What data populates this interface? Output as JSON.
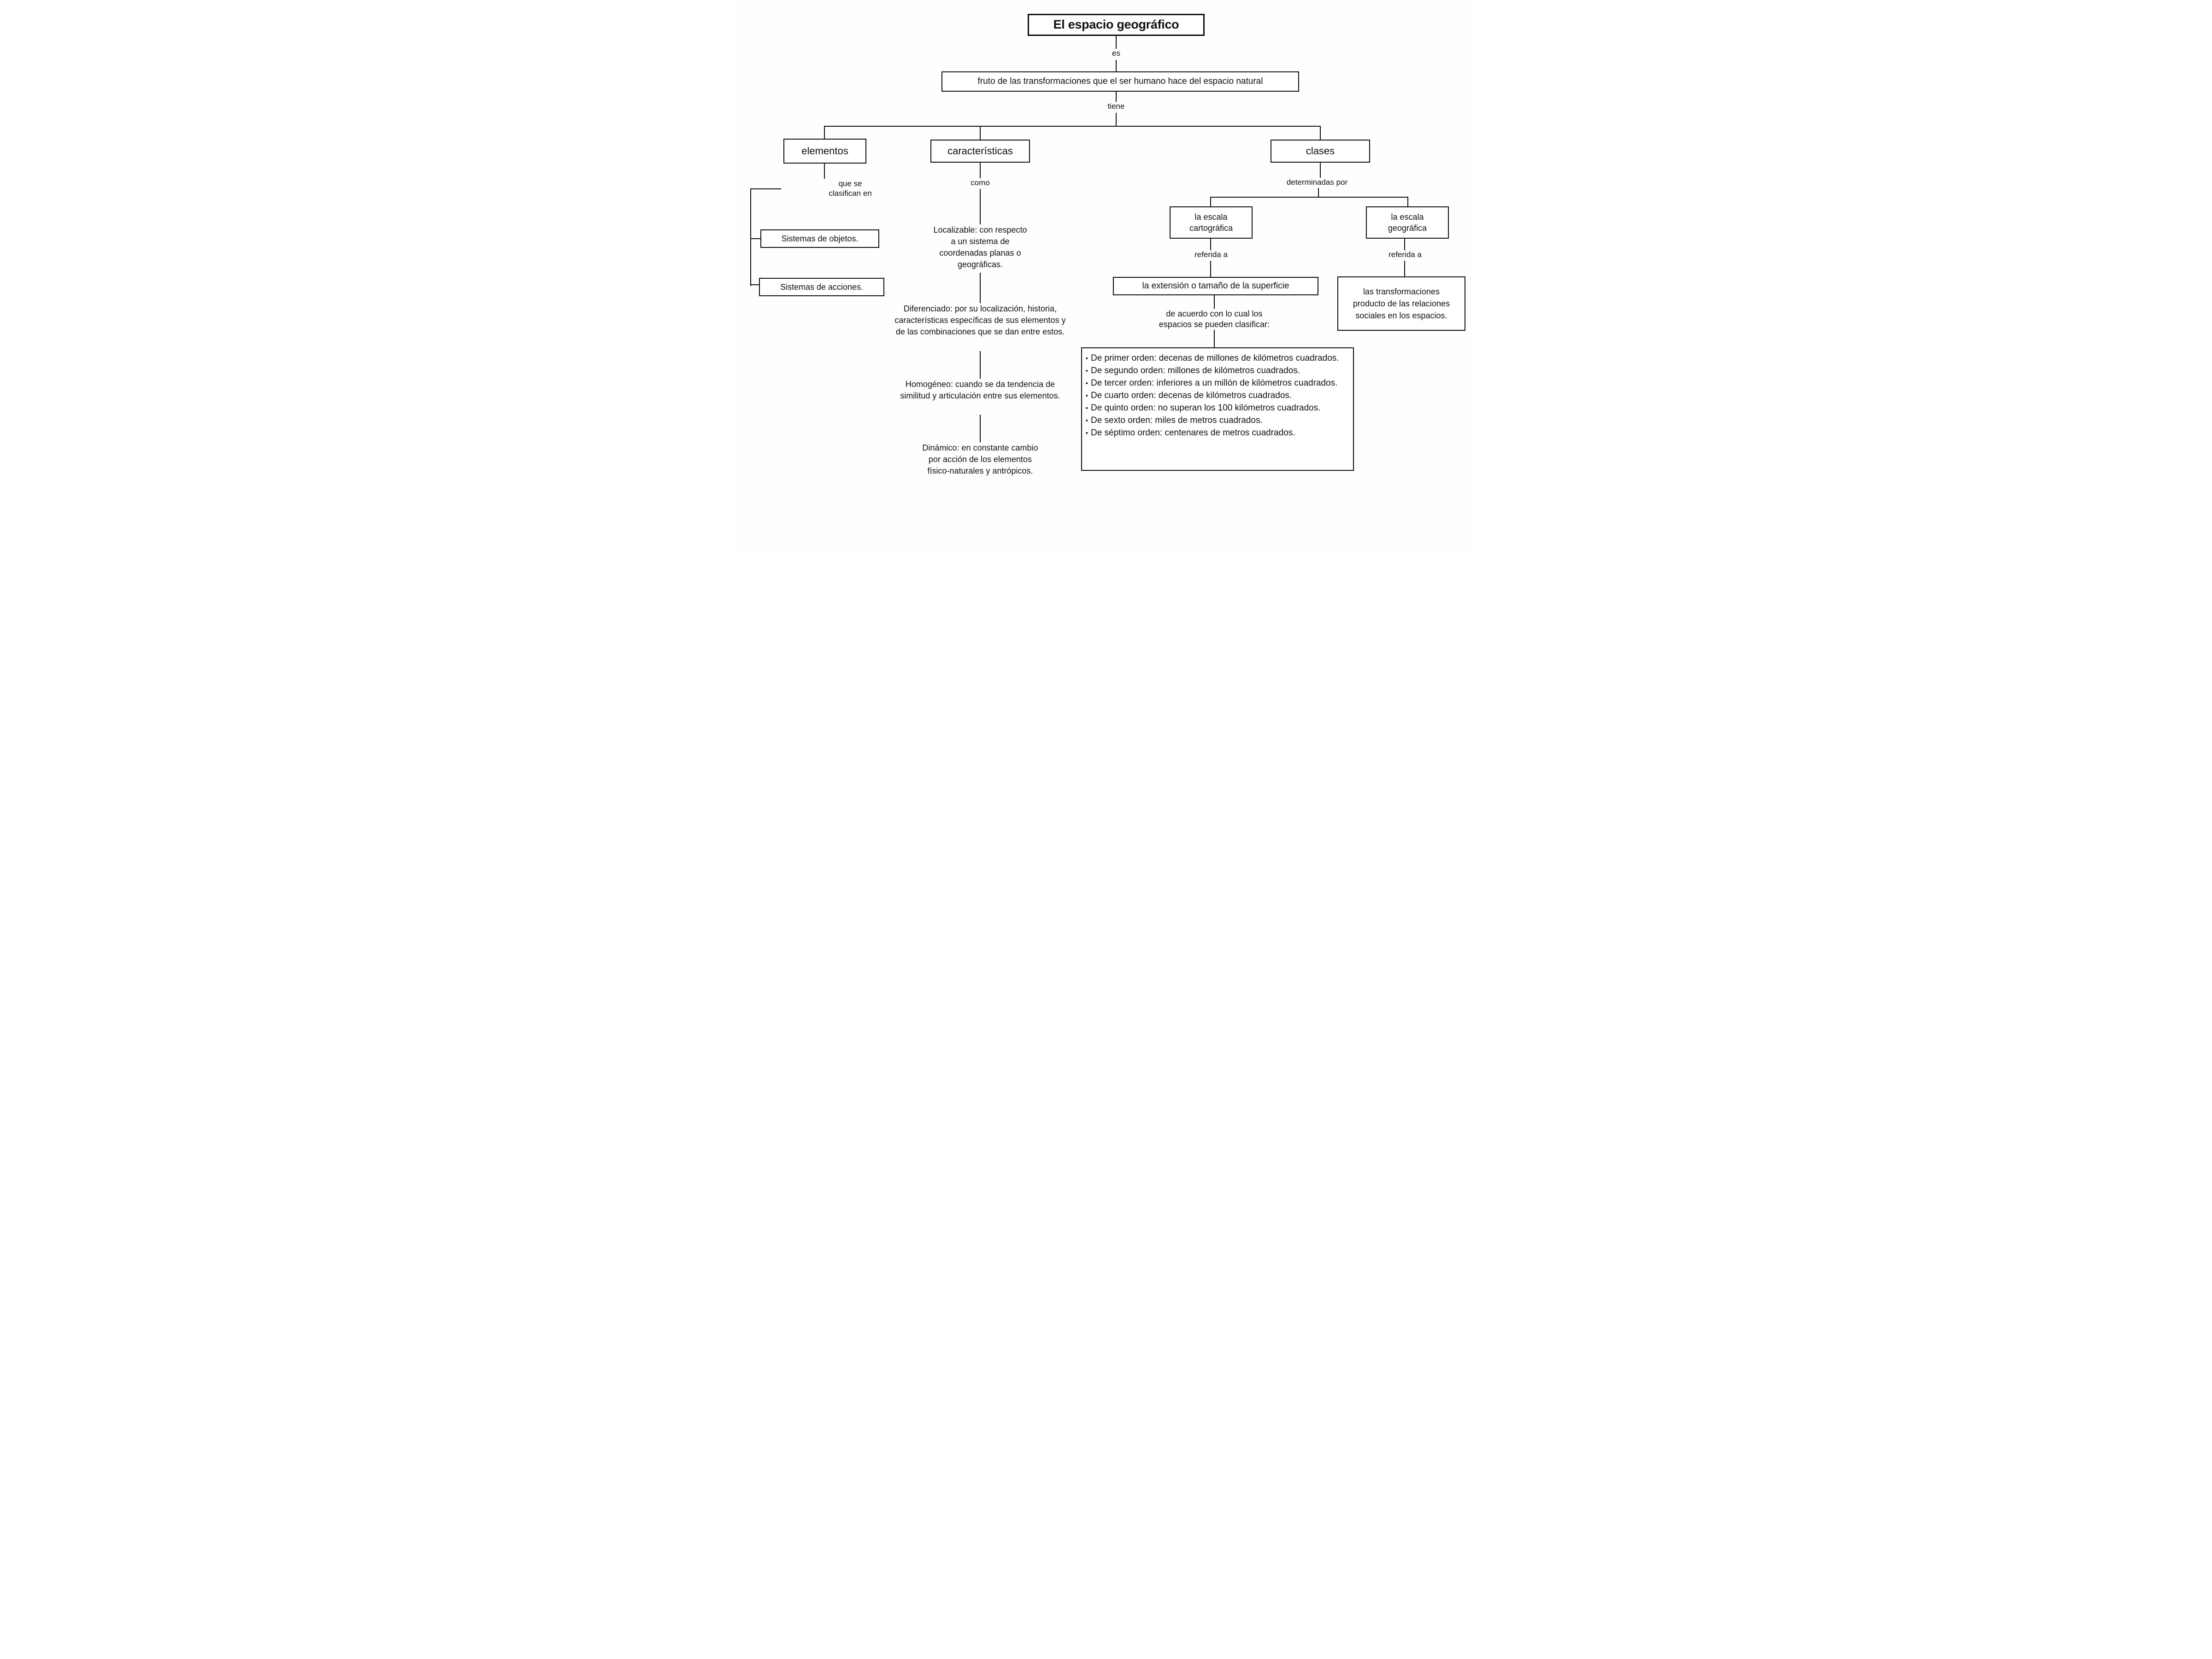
{
  "colors": {
    "ink": "#0d0d0d",
    "paper": "#ffffff"
  },
  "root": {
    "title": "El espacio geográfico"
  },
  "definition": "fruto de las transformaciones que el ser humano hace del espacio natural",
  "links": {
    "es": "es",
    "tiene": "tiene",
    "que_se_clasifican": "que se clasifican en",
    "como": "como",
    "determinadas_por": "determinadas por",
    "referida_a_izquierda": "referida a",
    "referida_a_derecha": "referida a",
    "de_acuerdo": "de acuerdo con lo cual los espacios se pueden clasificar:"
  },
  "elementos": {
    "label": "elementos",
    "items": [
      "Sistemas de objetos.",
      "Sistemas de acciones."
    ]
  },
  "caracteristicas": {
    "label": "características",
    "items": [
      "Localizable: con respecto a un sistema de coordenadas planas o geográficas.",
      "Diferenciado: por su localización, historia, características específicas de sus elementos y de las combinaciones que se dan entre estos.",
      "Homogéneo: cuando se da tendencia de similitud y articulación entre sus elementos.",
      "Dinámico: en constante cambio por acción de los elementos físico-naturales y antrópicos."
    ]
  },
  "clases": {
    "label": "clases",
    "escala_cartografica": "la escala cartográfica",
    "escala_geografica": "la escala geográfica",
    "extension": "la extensión o tamaño de la superficie",
    "transformaciones": "las transformaciones producto de las relaciones sociales en los espacios."
  },
  "classification": {
    "bullet": "▪",
    "items": [
      "De primer orden: decenas de millones de kilómetros cuadrados.",
      "De segundo orden: millones de kilómetros cuadrados.",
      "De tercer orden: inferiores a un millón de kilómetros cuadrados.",
      "De cuarto orden: decenas de kilómetros cuadrados.",
      "De quinto orden: no superan los 100 kilómetros cuadrados.",
      "De sexto orden: miles de metros cuadrados.",
      "De séptimo orden: centenares de metros cuadrados."
    ]
  }
}
